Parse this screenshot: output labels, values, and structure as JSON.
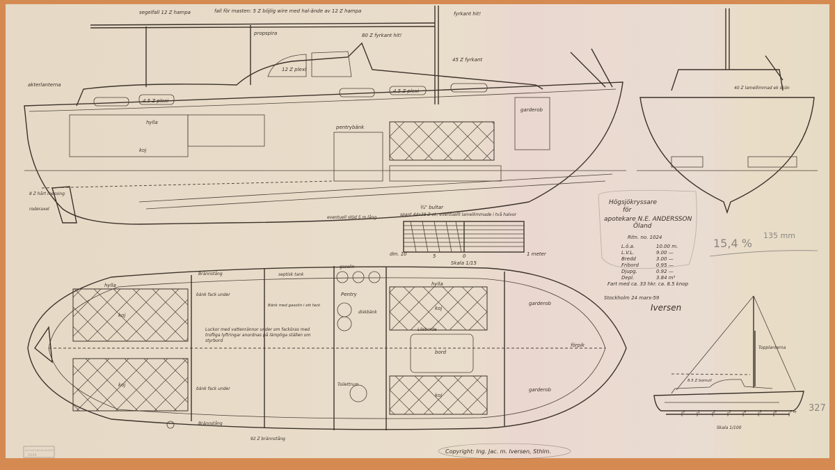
{
  "colors": {
    "paper": "#e9ddcb",
    "paper_right": "#eadbd3",
    "border_tape": "#d58a52",
    "ink": "#3b322a",
    "pencil": "#8a8580"
  },
  "title_block": {
    "type": "Högsjökryssare",
    "for": "för",
    "client": "apotekare N.E. ANDERSSON",
    "place": "Öland",
    "drawing_no": "Ritn. no. 1024",
    "specs": [
      {
        "label": "L.ö.a.",
        "value": "10.00 m."
      },
      {
        "label": "L.V.L.",
        "value": "9.00 —"
      },
      {
        "label": "Bredd",
        "value": "3.00 —"
      },
      {
        "label": "Fribord",
        "value": "0.95 —"
      },
      {
        "label": "Djupg.",
        "value": "0.92 —"
      },
      {
        "label": "Depl.",
        "value": "3.84 m³"
      }
    ],
    "speed": "Fart med ca. 33 hkr. ca. 8.5 knop",
    "date": "Stockholm 24 mars-59",
    "signature": "Iversen"
  },
  "copyright": "Copyright: Ing. Jac. m. Iversen, Sthlm.",
  "profile_labels": {
    "segelfall": "segelfall 12 Z hampa",
    "fall": "fall för masten: 5 Z böjlig wire med hal-ände av 12 Z hampa",
    "propspira": "propspira",
    "fyrkant_top": "fyrkant hit!",
    "fyrkant_mid": "80 Z fyrkant hit!",
    "fyrkant_45": "45 Z fyrkant",
    "plexi_1": "12 Z plexi",
    "plexi_2": "4.5 Z plexi",
    "plexi_3": "4.5 Z plexi",
    "akterlanterna": "akterlanterna",
    "hylla": "hylla",
    "garderob": "garderob",
    "pentrybank": "pentrybänk",
    "koj": "koj",
    "bulter": "¾\" bultar",
    "spant": "spant 44x38 Z ek, eventuellt lamellimmade i två halvor",
    "kol": "eventuell stöd 5 m lång",
    "messing": "8 Z hårt messing",
    "roder": "roderaxel"
  },
  "section_labels": {
    "lamell": "40 Z lamellimmad ek skön"
  },
  "scale_bar": {
    "left": "dm. 10",
    "mid": "5",
    "zero": "0",
    "right": "1 meter",
    "caption": "Skala 1/15"
  },
  "plan_labels": {
    "brannstang_top": "Brännstång",
    "brannstang_bottom": "Brännstång",
    "septisk": "septisk tank",
    "gasolin": "gasolin",
    "pentry": "Pentry",
    "diskbank": "diskbänk",
    "hylla_1": "hylla",
    "hylla_2": "hylla",
    "koj_1": "koj",
    "koj_2": "koj",
    "koj_3": "koj",
    "koj_4": "koj",
    "bank_1": "bänk fack under",
    "bank_2": "bänk fack under",
    "garderob_1": "garderob",
    "garderob_2": "garderob",
    "toilettrum": "Toilettrum",
    "bord": "bord",
    "styrbord_note": "Luckor med vattenrännor under om facköras med trofliga lyftringar anordnas på lämpliga ställen om styrbord",
    "forpik": "förpik",
    "bank_gasolin": "Bänk med gasolin i ett fack",
    "lagbord": "Lösborde",
    "spring": "92 Z brännstång"
  },
  "sail_plan": {
    "label_boom": "8.5 Z bomull",
    "label_top": "Topplanterna",
    "scale": "Skala 1/100",
    "ticks": [
      "0",
      "1",
      "2",
      "3",
      "4",
      "5",
      "6",
      "7 m"
    ]
  },
  "pencil_notes": {
    "ratio": "15,4 %",
    "mm": "135 mm",
    "corner": "327"
  },
  "stamp": {
    "line1": "SJÖHISTORISKA MUSEET",
    "line2": "1024"
  }
}
